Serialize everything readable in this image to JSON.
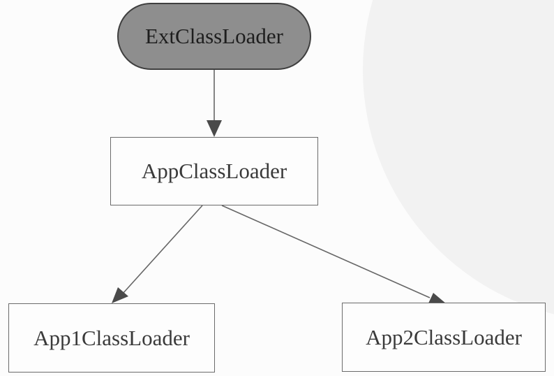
{
  "nodes": {
    "root": {
      "label": "ExtClassLoader"
    },
    "app": {
      "label": "AppClassLoader"
    },
    "app1": {
      "label": "App1ClassLoader"
    },
    "app2": {
      "label": "App2ClassLoader"
    }
  },
  "edges": [
    {
      "from": "root",
      "to": "app"
    },
    {
      "from": "app",
      "to": "app1"
    },
    {
      "from": "app",
      "to": "app2"
    }
  ],
  "colors": {
    "root_fill": "#8e8e8e",
    "edge": "#666666",
    "arrowhead": "#4a4a4a"
  }
}
